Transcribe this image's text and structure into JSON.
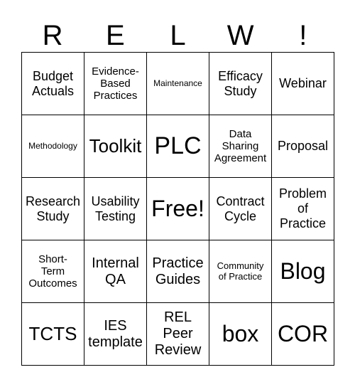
{
  "header": {
    "letters": [
      "R",
      "E",
      "L",
      "W",
      "!"
    ]
  },
  "board": {
    "rows": [
      [
        "Budget\nActuals",
        "Evidence-\nBased\nPractices",
        "Maintenance",
        "Efficacy\nStudy",
        "Webinar"
      ],
      [
        "Methodology",
        "Toolkit",
        "PLC",
        "Data\nSharing\nAgreement",
        "Proposal"
      ],
      [
        "Research\nStudy",
        "Usability\nTesting",
        "Free!",
        "Contract\nCycle",
        "Problem\nof\nPractice"
      ],
      [
        "Short-\nTerm\nOutcomes",
        "Internal\nQA",
        "Practice\nGuides",
        "Community\nof Practice",
        "Blog"
      ],
      [
        "TCTS",
        "IES\ntemplate",
        "REL\nPeer\nReview",
        "box",
        "COR"
      ]
    ]
  }
}
